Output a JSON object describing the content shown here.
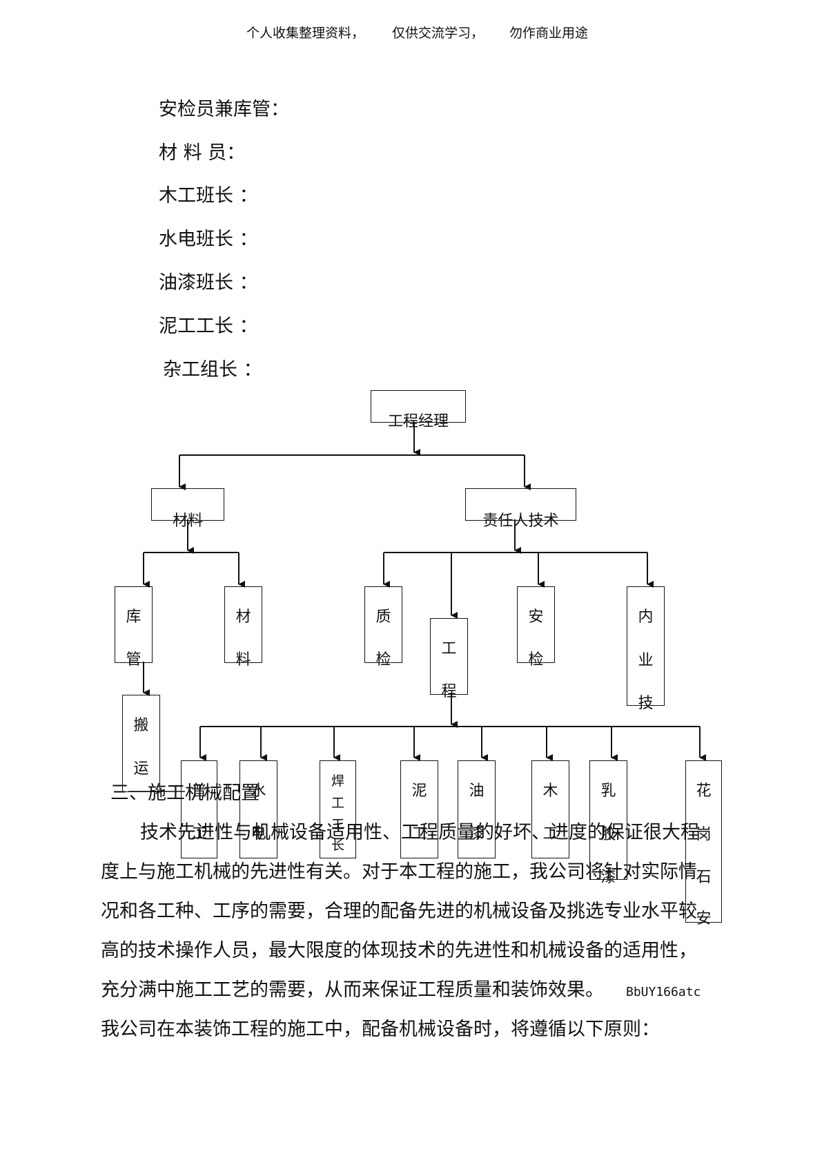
{
  "header": {
    "segments": [
      "个人收集整理资料，",
      "仅供交流学习，",
      "勿作商业用途"
    ]
  },
  "roster": [
    "安检员兼库管：",
    "材  料  员：",
    "木工班长  ：",
    "水电班长  ：",
    "油漆班长  ：",
    "泥工工长  ：",
    "杂工组长  ："
  ],
  "org_chart": {
    "root": "工程经理",
    "level2": [
      "材料",
      "责任人技术"
    ],
    "materials_children": [
      [
        "库",
        "管"
      ],
      [
        "材",
        "料"
      ]
    ],
    "storage_child": [
      "搬",
      "运"
    ],
    "tech_children": [
      [
        "质",
        "检"
      ],
      [
        "工",
        "程"
      ],
      [
        "安",
        "检"
      ],
      [
        "内",
        "业",
        "技"
      ]
    ],
    "trades": [
      [
        "普",
        "工"
      ],
      [
        "水",
        "电"
      ],
      [
        "焊",
        "工",
        "工",
        "长"
      ],
      [
        "泥",
        "工"
      ],
      [
        "油",
        "漆"
      ],
      [
        "木",
        "工"
      ],
      [
        "乳",
        "胶",
        "漆"
      ],
      [
        "花",
        "岗",
        "石",
        "安"
      ]
    ]
  },
  "section": {
    "heading": "三、施工机械配置",
    "paragraph_lines": [
      "技术先进性与机械设备适用性、工程质量的好坏、进度的保证很大程",
      "度上与施工机械的先进性有关。对于本工程的施工，我公司将针对实际情",
      "况和各工种、工序的需要，合理的配备先进的机械设备及挑选专业水平较",
      "高的技术操作人员，最大限度的体现技术的先进性和机械设备的适用性，",
      "充分满中施工工艺的需要，从而来保证工程质量和装饰效果。"
    ],
    "code": "BbUY166atc",
    "last_line": "我公司在本装饰工程的施工中，配备机械设备时，将遵循以下原则："
  }
}
